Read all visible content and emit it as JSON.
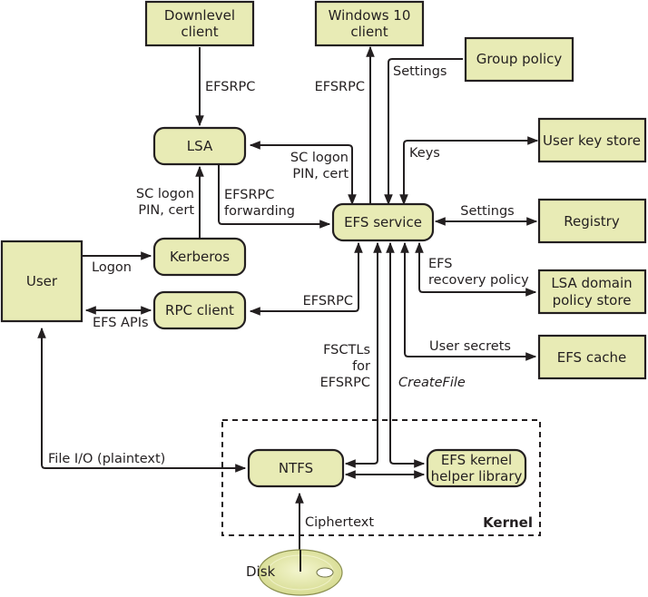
{
  "title": "EFS architecture",
  "colors": {
    "node_fill": "#e8ebb5",
    "stroke": "#231f20",
    "background": "#ffffff"
  },
  "nodes": {
    "downlevel_client": [
      "Downlevel",
      "client"
    ],
    "windows10_client": [
      "Windows 10",
      "client"
    ],
    "group_policy": [
      "Group policy"
    ],
    "lsa": [
      "LSA"
    ],
    "user_key_store": [
      "User key store"
    ],
    "efs_service": [
      "EFS service"
    ],
    "registry": [
      "Registry"
    ],
    "user": [
      "User"
    ],
    "kerberos": [
      "Kerberos"
    ],
    "lsa_domain_policy_store": [
      "LSA domain",
      "policy store"
    ],
    "rpc_client": [
      "RPC client"
    ],
    "efs_cache": [
      "EFS cache"
    ],
    "ntfs": [
      "NTFS"
    ],
    "efs_kernel_helper": [
      "EFS kernel",
      "helper library"
    ],
    "disk": [
      "Disk"
    ]
  },
  "regions": {
    "kernel": "Kernel"
  },
  "edges": {
    "downlevel_to_lsa": [
      "EFSRPC"
    ],
    "efs_to_windows10": [
      "EFSRPC"
    ],
    "group_policy_settings": [
      "Settings"
    ],
    "lsa_efs_sc_logon": [
      "SC logon",
      "PIN, cert"
    ],
    "user_key_store_keys": [
      "Keys"
    ],
    "kerberos_to_lsa": [
      "SC logon",
      "PIN, cert"
    ],
    "lsa_forwarding": [
      "EFSRPC",
      "forwarding"
    ],
    "registry_settings": [
      "Settings"
    ],
    "user_logon": [
      "Logon"
    ],
    "recovery_policy": [
      "EFS",
      "recovery policy"
    ],
    "rpc_efsrpc": [
      "EFSRPC"
    ],
    "user_efs_apis": [
      "EFS APIs"
    ],
    "user_secrets": [
      "User secrets"
    ],
    "fsctls": [
      "FSCTLs",
      "for",
      "EFSRPC"
    ],
    "createfile": [
      "CreateFile"
    ],
    "file_io": [
      "File I/O (plaintext)"
    ],
    "ciphertext": [
      "Ciphertext"
    ]
  }
}
